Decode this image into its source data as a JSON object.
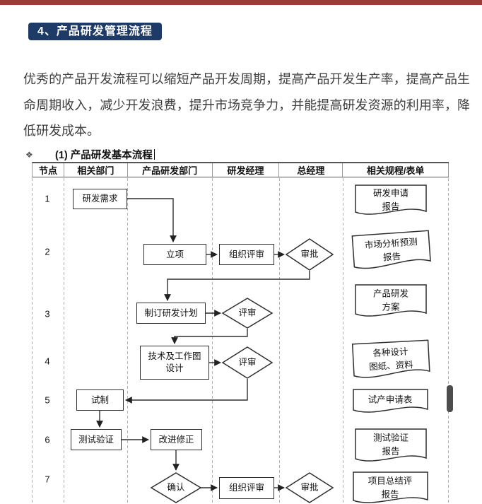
{
  "top_bar": {
    "color": "#9e3b38"
  },
  "section": {
    "badge": "4、产品研发管理流程",
    "badge_color": "#1e3a66"
  },
  "intro": "优秀的产品开发流程可以缩短产品开发周期，提高产品开发生产率，提高产品生命周期收入，减少开发浪费，提升市场竞争力，并能提高研发资源的利用率，降低研发成本。",
  "chart": {
    "marker": "❖",
    "caption": "(1) 产品研发基本流程",
    "header": [
      "节点",
      "相关部门",
      "产品研发部门",
      "研发经理",
      "总经理",
      "相关规程/表单"
    ],
    "row_numbers": [
      "1",
      "2",
      "3",
      "4",
      "5",
      "6",
      "7"
    ],
    "boxes": {
      "rd_demand": "研发需求",
      "project_initiation": "立项",
      "org_review_1": "组织评审",
      "plan": "制订研发计划",
      "tech_design": "技术及工作图\n设计",
      "trial_production": "试制",
      "test_verification": "测试验证",
      "improvement": "改进修正",
      "org_review_2": "组织评审"
    },
    "diamonds": {
      "approval_1": "审批",
      "review_1": "评审",
      "review_2": "评审",
      "confirm": "确认",
      "approval_2": "审批"
    },
    "documents": [
      "研发申请\n报告",
      "市场分析预测\n报告",
      "产品研发\n方案",
      "各种设计\n图纸、资料",
      "试产申请表",
      "测试验证\n报告",
      "项目总结评\n报告"
    ]
  }
}
